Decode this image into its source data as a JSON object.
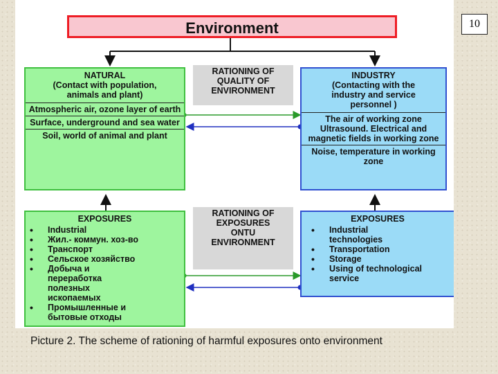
{
  "slide_number": "10",
  "title": "Environment",
  "natural": {
    "title_lines": [
      "NATURAL",
      "(Contact with population,",
      "animals and plant)"
    ],
    "items": [
      "Atmospheric air, ozone layer of earth",
      "Surface, underground and sea water",
      "Soil, world of animal and plant"
    ]
  },
  "rationing_quality": {
    "lines": [
      "RATIONING OF",
      "QUALITY OF",
      "ENVIRONMENT"
    ]
  },
  "industry": {
    "title_lines": [
      "INDUSTRY",
      "(Contacting with the",
      "industry and service",
      "personnel )"
    ],
    "items": [
      "The air of working zone",
      "Ultrasound. Electrical and magnetic fields in working zone",
      "Noise, temperature in working zone"
    ]
  },
  "exposures_left": {
    "title": "EXPOSURES",
    "items": [
      "Industrial",
      "Жил.- коммун. хоз-во",
      "Транспорт",
      "Сельское хозяйство",
      "Добыча и переработка полезных ископаемых",
      "Промышленные и бытовые отходы"
    ]
  },
  "rationing_exposures": {
    "lines": [
      "RATIONING OF",
      "EXPOSURES",
      "ONTU",
      "ENVIRONMENT"
    ]
  },
  "exposures_right": {
    "title": "EXPOSURES",
    "items": [
      "Industrial technologies",
      "Transportation",
      "Storage",
      "Using of technological service"
    ]
  },
  "caption": "Picture 2. The scheme of rationing of harmful exposures onto environment",
  "colors": {
    "title_fill": "#f9c7d0",
    "title_border": "#ee1c24",
    "green_fill": "#9ef59e",
    "green_border": "#3fbf3f",
    "blue_fill": "#9bdbf7",
    "blue_border": "#3050d0",
    "grey_fill": "#d8d8d8",
    "arrow_green": "#2a9a2a",
    "arrow_blue": "#2030c0"
  }
}
